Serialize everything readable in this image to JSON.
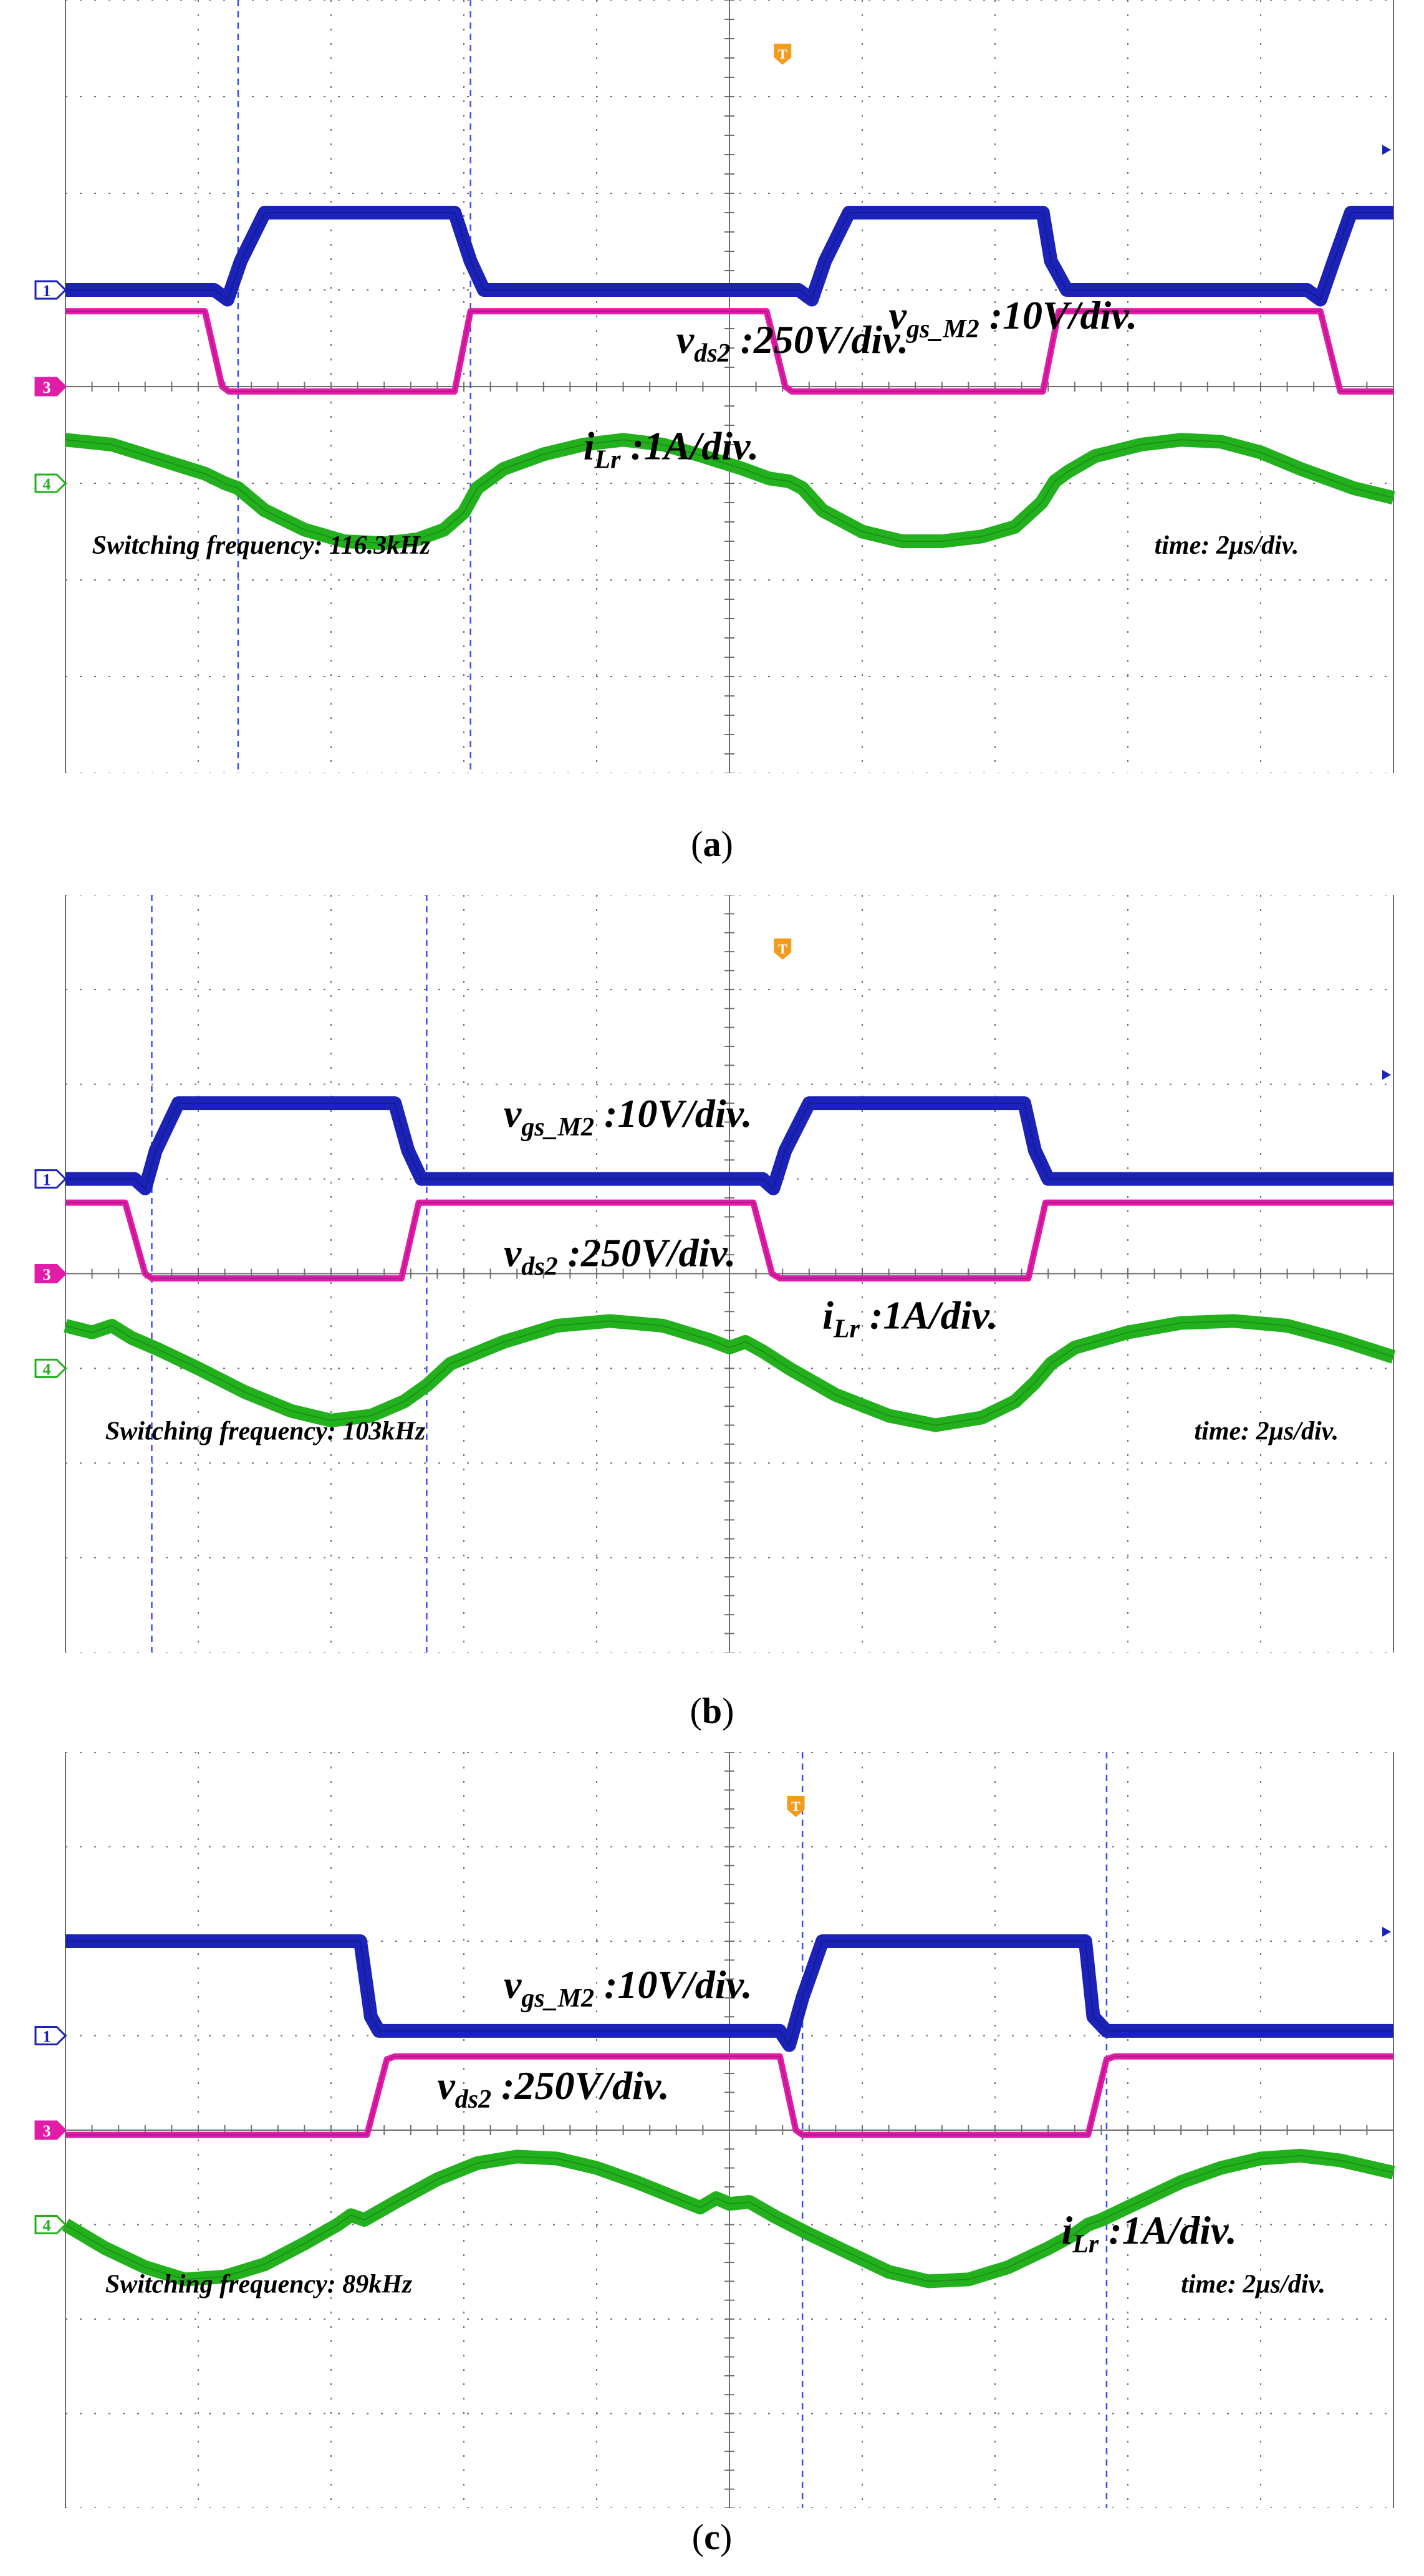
{
  "colors": {
    "ch1": "#1a22b8",
    "ch3": "#e01ca8",
    "ch4": "#22b11d",
    "grid": "#6e6e6e",
    "axis": "#6e6e6e",
    "cursor": "#3b4cff",
    "trigger": "#f29b1d"
  },
  "chart_data": [
    {
      "type": "line",
      "panel": "a",
      "caption_open": "(",
      "caption_letter": "a",
      "caption_close": ")",
      "xlim": [
        0,
        10
      ],
      "ylim": [
        -4,
        4
      ],
      "markers": {
        "ch1": "1",
        "ch3": "3",
        "ch4": "4",
        "trigger": "T"
      },
      "labels": {
        "vgs_main": "v",
        "vgs_sub": "gs_M2",
        "vgs_val": " :10V/div.",
        "vds_main": "v",
        "vds_sub": "ds2",
        "vds_val": " :250V/div.",
        "ilr_main": "i",
        "ilr_sub": "Lr",
        "ilr_val": " :1A/div.",
        "freq": "Switching frequency: 116.3kHz",
        "time": "time: 2μs/div."
      },
      "series": [
        {
          "channel": "ch1",
          "x": [
            0,
            1.12,
            1.22,
            1.32,
            1.5,
            2.93,
            3.05,
            3.15,
            5.52,
            5.62,
            5.72,
            5.9,
            7.36,
            7.42,
            7.54,
            9.35,
            9.45,
            9.55,
            9.68,
            10
          ],
          "y": [
            1.0,
            1.0,
            0.9,
            1.3,
            1.8,
            1.8,
            1.3,
            1.0,
            1.0,
            0.9,
            1.3,
            1.8,
            1.8,
            1.3,
            1.0,
            1.0,
            0.9,
            1.3,
            1.8,
            1.8
          ]
        },
        {
          "channel": "ch3",
          "x": [
            0,
            1.05,
            1.18,
            1.23,
            2.93,
            3.05,
            3.1,
            5.28,
            5.42,
            5.47,
            7.36,
            7.48,
            7.54,
            9.45,
            9.6,
            10
          ],
          "y": [
            0.78,
            0.78,
            0.0,
            -0.05,
            -0.05,
            0.78,
            0.78,
            0.78,
            0.0,
            -0.05,
            -0.05,
            0.78,
            0.78,
            0.78,
            -0.05,
            -0.05
          ]
        },
        {
          "channel": "ch4",
          "x": [
            0,
            0.35,
            0.7,
            1.05,
            1.2,
            1.3,
            1.5,
            1.8,
            2.1,
            2.4,
            2.65,
            2.85,
            3.0,
            3.1,
            3.3,
            3.6,
            3.9,
            4.2,
            4.5,
            4.8,
            5.1,
            5.3,
            5.45,
            5.55,
            5.7,
            6.0,
            6.3,
            6.6,
            6.9,
            7.15,
            7.35,
            7.45,
            7.55,
            7.75,
            8.1,
            8.4,
            8.7,
            9.0,
            9.3,
            9.5,
            9.6,
            9.7,
            10
          ],
          "y": [
            -0.55,
            -0.6,
            -0.75,
            -0.9,
            -1.0,
            -1.05,
            -1.28,
            -1.48,
            -1.6,
            -1.62,
            -1.58,
            -1.48,
            -1.3,
            -1.05,
            -0.85,
            -0.7,
            -0.6,
            -0.55,
            -0.6,
            -0.72,
            -0.85,
            -0.95,
            -0.98,
            -1.05,
            -1.28,
            -1.5,
            -1.6,
            -1.6,
            -1.55,
            -1.45,
            -1.2,
            -0.98,
            -0.88,
            -0.72,
            -0.6,
            -0.55,
            -0.57,
            -0.68,
            -0.85,
            -0.95,
            -1.0,
            -1.05,
            -1.15
          ]
        }
      ],
      "cursors": [
        1.3,
        3.05
      ]
    },
    {
      "type": "line",
      "panel": "b",
      "caption_open": "(",
      "caption_letter": "b",
      "caption_close": ")",
      "xlim": [
        0,
        10
      ],
      "ylim": [
        -4,
        4
      ],
      "markers": {
        "ch1": "1",
        "ch3": "3",
        "ch4": "4",
        "trigger": "T"
      },
      "labels": {
        "vgs_main": "v",
        "vgs_sub": "gs_M2",
        "vgs_val": " :10V/div.",
        "vds_main": "v",
        "vds_sub": "ds2",
        "vds_val": " :250V/div.",
        "ilr_main": "i",
        "ilr_sub": "Lr",
        "ilr_val": " :1A/div.",
        "freq": "Switching frequency: 103kHz",
        "time": "time: 2μs/div."
      },
      "series": [
        {
          "channel": "ch1",
          "x": [
            0,
            0.52,
            0.6,
            0.68,
            0.85,
            2.48,
            2.58,
            2.68,
            5.25,
            5.33,
            5.42,
            5.6,
            7.22,
            7.3,
            7.4,
            10
          ],
          "y": [
            1.0,
            1.0,
            0.9,
            1.3,
            1.8,
            1.8,
            1.3,
            1.0,
            1.0,
            0.9,
            1.3,
            1.8,
            1.8,
            1.3,
            1.0,
            1.0
          ]
        },
        {
          "channel": "ch3",
          "x": [
            0,
            0.45,
            0.6,
            0.65,
            2.53,
            2.66,
            2.72,
            5.18,
            5.32,
            5.38,
            7.25,
            7.38,
            7.44,
            10
          ],
          "y": [
            0.75,
            0.75,
            0.0,
            -0.05,
            -0.05,
            0.75,
            0.75,
            0.75,
            0.0,
            -0.05,
            -0.05,
            0.75,
            0.75,
            0.75
          ]
        },
        {
          "channel": "ch4",
          "x": [
            0,
            0.2,
            0.35,
            0.5,
            0.7,
            1.0,
            1.35,
            1.7,
            2.0,
            2.3,
            2.55,
            2.72,
            2.9,
            3.3,
            3.7,
            4.1,
            4.5,
            4.85,
            5.0,
            5.12,
            5.25,
            5.45,
            5.8,
            6.2,
            6.55,
            6.9,
            7.15,
            7.3,
            7.42,
            7.6,
            8.0,
            8.4,
            8.8,
            9.2,
            9.6,
            10
          ],
          "y": [
            -0.55,
            -0.62,
            -0.55,
            -0.68,
            -0.8,
            -1.0,
            -1.25,
            -1.45,
            -1.55,
            -1.5,
            -1.35,
            -1.18,
            -0.95,
            -0.72,
            -0.55,
            -0.5,
            -0.55,
            -0.7,
            -0.78,
            -0.72,
            -0.82,
            -1.0,
            -1.28,
            -1.5,
            -1.6,
            -1.52,
            -1.35,
            -1.15,
            -0.95,
            -0.78,
            -0.62,
            -0.52,
            -0.5,
            -0.55,
            -0.7,
            -0.88
          ]
        }
      ],
      "cursors": [
        0.65,
        2.72
      ]
    },
    {
      "type": "line",
      "panel": "c",
      "caption_open": "(",
      "caption_letter": "c",
      "caption_close": ")",
      "xlim": [
        0,
        10
      ],
      "ylim": [
        -4,
        4
      ],
      "markers": {
        "ch1": "1",
        "ch3": "3",
        "ch4": "4",
        "trigger": "T"
      },
      "labels": {
        "vgs_main": "v",
        "vgs_sub": "gs_M2",
        "vgs_val": " :10V/div.",
        "vds_main": "v",
        "vds_sub": "ds2",
        "vds_val": " :250V/div.",
        "ilr_main": "i",
        "ilr_sub": "Lr",
        "ilr_val": " :1A/div.",
        "freq": "Switching frequency: 89kHz",
        "time": "time: 2μs/div."
      },
      "series": [
        {
          "channel": "ch1",
          "x": [
            0,
            2.22,
            2.3,
            2.36,
            5.38,
            5.45,
            5.55,
            5.7,
            7.68,
            7.74,
            7.84,
            10
          ],
          "y": [
            2.0,
            2.0,
            1.2,
            1.05,
            1.05,
            0.9,
            1.4,
            2.0,
            2.0,
            1.2,
            1.05,
            1.05
          ]
        },
        {
          "channel": "ch3",
          "x": [
            0,
            2.27,
            2.42,
            2.48,
            5.38,
            5.5,
            5.55,
            7.7,
            7.84,
            7.9,
            10
          ],
          "y": [
            -0.05,
            -0.05,
            0.75,
            0.78,
            0.78,
            0.0,
            -0.05,
            -0.05,
            0.75,
            0.78,
            0.78
          ]
        },
        {
          "channel": "ch4",
          "x": [
            0,
            0.3,
            0.6,
            0.9,
            1.2,
            1.5,
            1.8,
            2.05,
            2.15,
            2.25,
            2.5,
            2.8,
            3.1,
            3.4,
            3.7,
            4.0,
            4.3,
            4.6,
            4.78,
            4.9,
            5.0,
            5.15,
            5.35,
            5.6,
            5.9,
            6.2,
            6.5,
            6.8,
            7.1,
            7.4,
            7.6,
            7.7,
            7.8,
            8.1,
            8.4,
            8.7,
            9.0,
            9.3,
            9.6,
            10
          ],
          "y": [
            -1.0,
            -1.25,
            -1.45,
            -1.58,
            -1.55,
            -1.42,
            -1.2,
            -1.0,
            -0.9,
            -0.95,
            -0.75,
            -0.52,
            -0.35,
            -0.28,
            -0.3,
            -0.4,
            -0.55,
            -0.72,
            -0.82,
            -0.72,
            -0.78,
            -0.76,
            -0.92,
            -1.1,
            -1.3,
            -1.5,
            -1.6,
            -1.58,
            -1.45,
            -1.25,
            -1.1,
            -1.0,
            -0.95,
            -0.75,
            -0.55,
            -0.4,
            -0.3,
            -0.27,
            -0.32,
            -0.45
          ]
        }
      ],
      "cursors": [
        5.55,
        7.84
      ]
    }
  ]
}
